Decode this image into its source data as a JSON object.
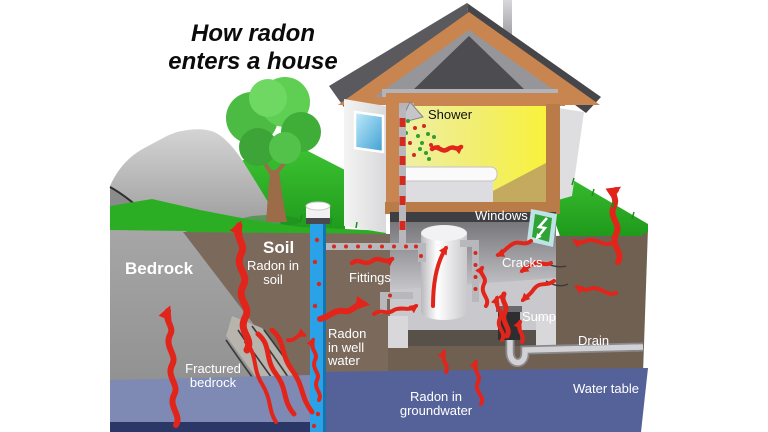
{
  "title": {
    "line1": "How radon",
    "line2": "enters a house"
  },
  "labels": {
    "bedrock": "Bedrock",
    "soil": "Soil",
    "radon_in_soil": "Radon in soil",
    "fittings": "Fittings",
    "radon_in_well_water": "Radon in well water",
    "fractured_bedrock": "Fractured bedrock",
    "radon_in_groundwater": "Radon in groundwater",
    "water_table": "Water table",
    "drain": "Drain",
    "sump": "Sump",
    "cracks": "Cracks",
    "windows": "Windows",
    "shower": "Shower"
  },
  "icons": {
    "radon_arrow": "red wavy arrow",
    "window_entry_arrow": "white zigzag arrow"
  },
  "colors": {
    "radon_red": "#e2251b",
    "grass_green": "#2cae24",
    "soil_brown": "#7b6a5c",
    "bedrock_gray": "#9a9a9a",
    "fractured_wedge": "#b7b3ad",
    "groundwater_slate": "#7e8ab3",
    "water_table_blue": "#55629a",
    "deep_water_navy": "#2b3766",
    "well_blue": "#2aa2e8",
    "roof_gray": "#57575b",
    "house_trim_brown": "#c8854f",
    "bathroom_yellow": "#f5ee3e",
    "bathroom_wall_pale": "#e9ec9e",
    "basement_gray": "#9a9a9e",
    "window_sky_blue": "#7fc9ec",
    "basement_window_green": "#2fa337"
  }
}
